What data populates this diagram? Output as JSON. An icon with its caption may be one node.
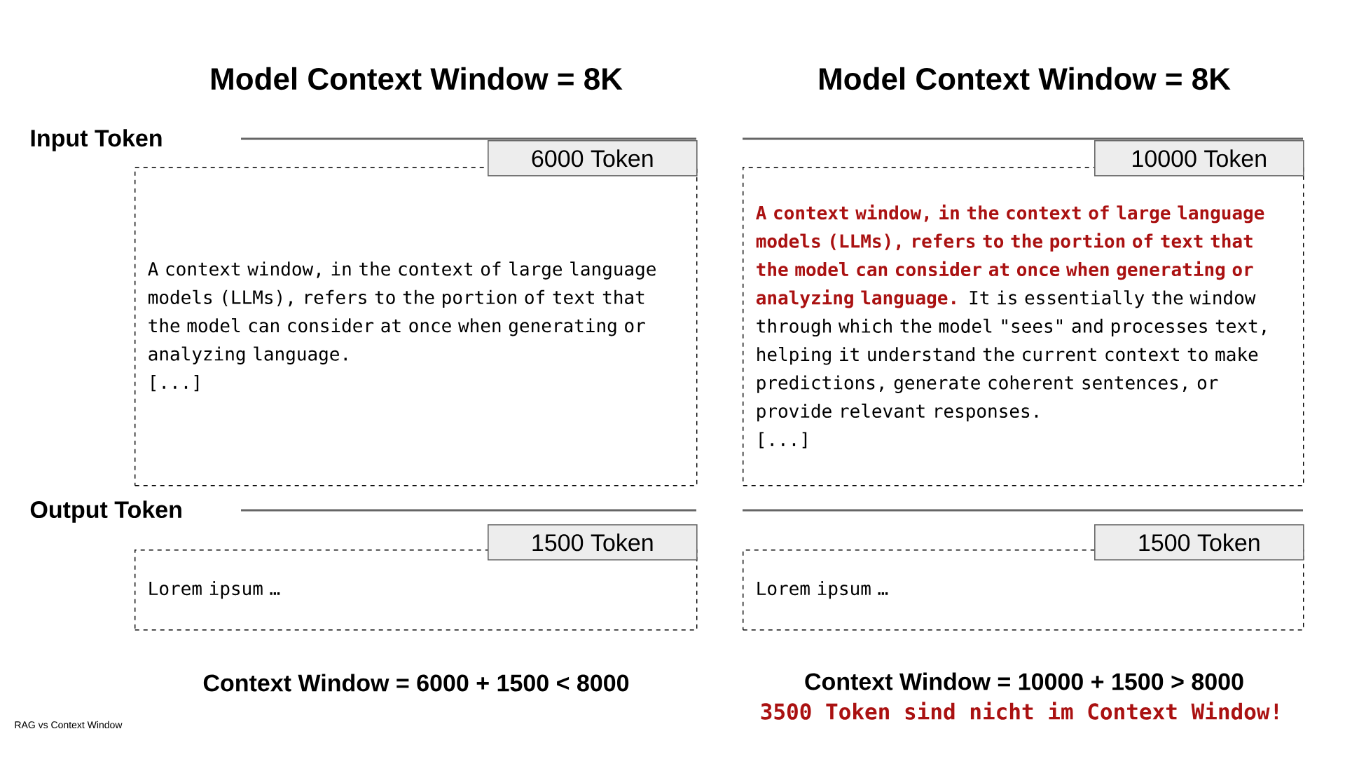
{
  "diagram": {
    "nodes": [
      {
        "text": [
          "A context window, in the context of large language models (LLMs), refers to the portion of text that the model can consider at once when generating or analyzing language.",
          "[...]"
        ]
      },
      {
        "text": [
          "6000 Token"
        ]
      },
      {
        "text": [
          "Lorem ipsum …"
        ]
      },
      {
        "text": [
          "1500 Token"
        ]
      },
      {
        "text": [
          "A context window, in the context of large language models (LLMs), refers to the portion of text that the model can consider at once when generating or analyzing language.",
          "It is essentially the window through which the model \"sees\" and processes text, helping it understand the current context to make predictions, generate coherent sentences, or provide relevant responses.",
          "[...]"
        ]
      },
      {
        "text": [
          "10000 Token"
        ]
      },
      {
        "text": [
          "Lorem ipsum …"
        ]
      },
      {
        "text": [
          "1500 Token"
        ]
      }
    ],
    "edges": [],
    "labels": [
      "Model Context Window = 8K",
      "Model Context Window = 8K",
      "Input Token",
      "Output Token",
      "Context Window = 6000 + 1500 < 8000",
      "Context Window = 10000 + 1500 > 8000",
      "3500 Token sind nicht im Context Window!",
      "RAG vs Context Window"
    ]
  }
}
